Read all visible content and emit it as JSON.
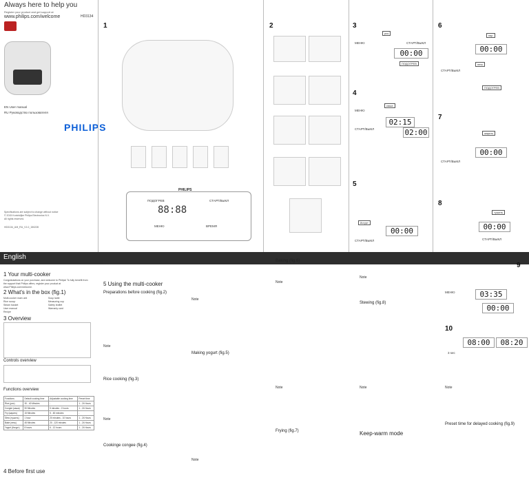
{
  "header": {
    "title": "Always here to help you",
    "register": "Register your product and get support at",
    "url": "www.philips.com/welcome",
    "model": "HD3134"
  },
  "cover": {
    "langs": [
      "EN   User manual",
      "RU   Руководство пользователя"
    ],
    "brand": "PHILIPS",
    "specs": "Specifications are subject to change without notice\n© 2015 Koninklijke Philips Electronics N.V.\nAll rights reserved.",
    "code": "HD3134_UM_RU_V1.0_150228"
  },
  "steps": [
    "1",
    "2",
    "3",
    "4",
    "5",
    "6",
    "7",
    "8",
    "9",
    "10"
  ],
  "device_panel": {
    "brand": "PHILIPS",
    "display": "88:88",
    "left_btn": "ПОДОГРЕВ",
    "right_btn": "СТАРТ/ВЫКЛ",
    "menu_btn": "МЕНЮ",
    "time_btn": "ВРЕМЯ"
  },
  "figs": {
    "f3_top": "рис",
    "f3_menu": "МЕНЮ",
    "f3_start": "СТАРТ/ВЫКЛ",
    "f3_time": "00:00",
    "f3_hold": "ПОДОГРЕВ",
    "f4_item": "каша",
    "f4_time": "02:15",
    "f4_time2": "02:00",
    "f4_menu": "МЕНЮ",
    "f4_start": "СТАРТ/ВЫКЛ",
    "f5_item": "йогурт",
    "f5_time": "00:00",
    "f6_item": "пар",
    "f6_item2": "печь",
    "f6_time": "00:00",
    "f7_item": "жарить",
    "f7_time": "00:00",
    "f8_item": "тушить",
    "f8_time": "00:00",
    "f9_time": "03:35",
    "f9_time2": "00:00",
    "f10_time": "08:00",
    "f10_time2": "08:20",
    "f10_note": "3 sec",
    "menu": "МЕНЮ",
    "start": "СТАРТ/ВЫКЛ",
    "hold": "ПОДОГРЕВ"
  },
  "manual": {
    "lang_label": "English",
    "s1_title": "1    Your multi-cooker",
    "s1_text": "Congratulations on your purchase, and welcome to Philips! To fully benefit from the support that Philips offers, register your product at www.Philips.com/welcome.",
    "s2_title": "2    What's in the box (fig.1)",
    "s2_items": [
      "Multi-cooker main unit",
      "Rice scoop",
      "Steam basket",
      "User manual",
      "Recipe",
      "Soup ladle",
      "Measuring cup",
      "Safety leaflet",
      "Warranty card"
    ],
    "s3_title": "3    Overview",
    "controls_title": "Controls overview",
    "functions_title": "Functions overview",
    "table_headers": [
      "Functions",
      "Default cooking time",
      "Adjustable cooking time",
      "Preset time"
    ],
    "table_rows": [
      [
        "Rice (рис)",
        "30 - 40 Minutes",
        "-",
        "1 - 24 Hours"
      ],
      [
        "Congee (каша)",
        "90 Minutes",
        "5 minutes - 2 hours",
        "1 - 24 Hours"
      ],
      [
        "Fry (жарить)",
        "15 Minutes",
        "5 - 60 minutes",
        "-"
      ],
      [
        "Stew (тушить)",
        "1 hour",
        "20 minutes - 10 hours",
        "1 - 24 Hours"
      ],
      [
        "Bake (печь)",
        "45 Minutes",
        "20 - 120 minutes",
        "1 - 24 Hours"
      ],
      [
        "Yogurt (йогурт)",
        "8 hours",
        "6 - 12 hours",
        "1 - 24 Hours"
      ]
    ],
    "s4_title": "4    Before first use",
    "s5_title": "5    Using the multi-cooker",
    "prep_title": "Preparations before cooking (fig.2)",
    "rice_title": "Rice cooking (fig.3)",
    "congee_title": "Cookinge congee (fig.4)",
    "yogurt_title": "Making yogurt (fig.5)",
    "baking_title": "Baking (fig.6)",
    "frying_title": "Frying (fig.7)",
    "stewing_title": "Stewing (fig.8)",
    "keepwarm_title": "Keep-warm mode",
    "preset_title": "Preset time for delayed cooking (fig.9)",
    "note": "Note"
  }
}
